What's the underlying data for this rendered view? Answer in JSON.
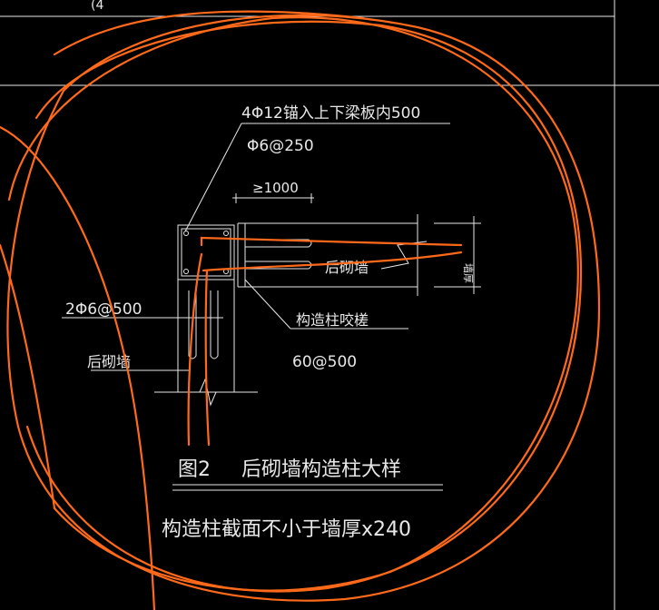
{
  "labels": {
    "rebar_main": "4Φ12锚入上下梁板内500",
    "stirrup": "Φ6@250",
    "min_length": "≥1000",
    "wall_right": "后砌墙",
    "wall_left": "后砌墙",
    "tie_bars": "2Φ6@500",
    "column_tooth": "构造柱咬槎",
    "tooth_spacing": "60@500",
    "fig_number": "图2",
    "fig_title": "后砌墙构造柱大样",
    "note": "构造柱截面不小于墙厚x240",
    "side_text": "墙厚",
    "bottom_cut": "(4"
  },
  "colors": {
    "background": "#000000",
    "linework": "#e8e8e8",
    "markup": "#ff6a1a"
  }
}
